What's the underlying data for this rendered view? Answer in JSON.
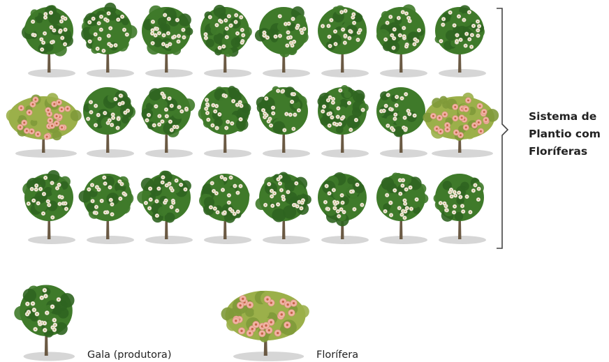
{
  "group_label": [
    "Sistema de",
    "Plantio com",
    "Floríferas"
  ],
  "legend": {
    "gala_label": "Gala (produtora)",
    "florifera_label": "Florífera"
  },
  "grid": [
    [
      "gala",
      "gala",
      "gala",
      "gala",
      "gala",
      "gala",
      "gala",
      "gala"
    ],
    [
      "florifera",
      "gala",
      "gala",
      "gala",
      "gala",
      "gala",
      "gala",
      "florifera"
    ],
    [
      "gala",
      "gala",
      "gala",
      "gala",
      "gala",
      "gala",
      "gala",
      "gala"
    ]
  ],
  "colors": {
    "gala_foliage": "#3f7a2a",
    "florifera_foliage": "#9bb04a",
    "white_flower": "#f4f1e6",
    "pink_flower": "#f0b3a3",
    "trunk": "#6b5a44",
    "shadow": "#d6d6d6",
    "bracket": "#444444"
  }
}
